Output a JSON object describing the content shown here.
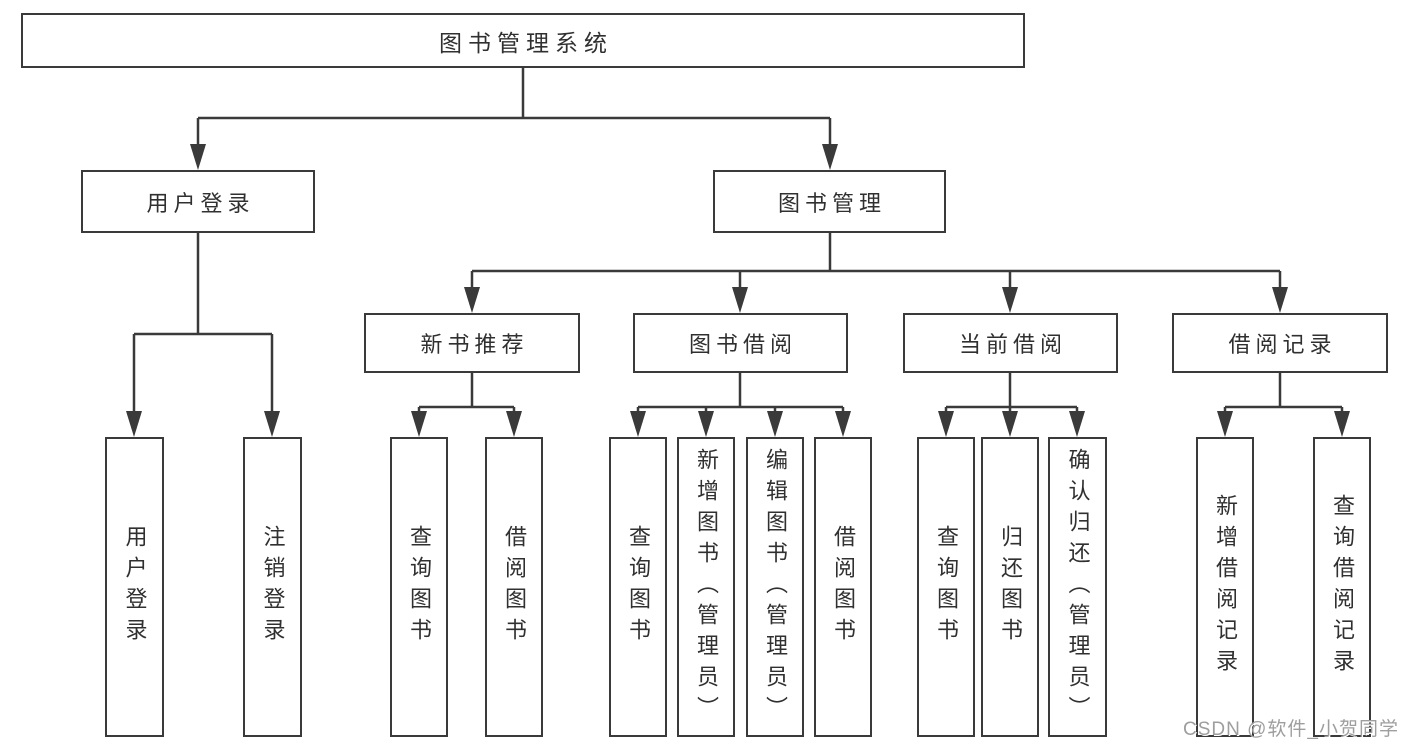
{
  "tree": {
    "root": {
      "label": "图书管理系统"
    },
    "branches": [
      {
        "label": "用户登录",
        "children": [
          {
            "label": "用户登录"
          },
          {
            "label": "注销登录"
          }
        ]
      },
      {
        "label": "图书管理",
        "children": [
          {
            "label": "新书推荐",
            "children": [
              {
                "label": "查询图书"
              },
              {
                "label": "借阅图书"
              }
            ]
          },
          {
            "label": "图书借阅",
            "children": [
              {
                "label": "查询图书"
              },
              {
                "label": "新增图书（管理员）"
              },
              {
                "label": "编辑图书（管理员）"
              },
              {
                "label": "借阅图书"
              }
            ]
          },
          {
            "label": "当前借阅",
            "children": [
              {
                "label": "查询图书"
              },
              {
                "label": "归还图书"
              },
              {
                "label": "确认归还（管理员）"
              }
            ]
          },
          {
            "label": "借阅记录",
            "children": [
              {
                "label": "新增借阅记录"
              },
              {
                "label": "查询借阅记录"
              }
            ]
          }
        ]
      }
    ]
  },
  "watermark": "CSDN @软件_小贺同学",
  "colors": {
    "line": "#3a3a3a",
    "text": "#303030",
    "watermark": "#9e9e9e",
    "background": "#ffffff"
  }
}
